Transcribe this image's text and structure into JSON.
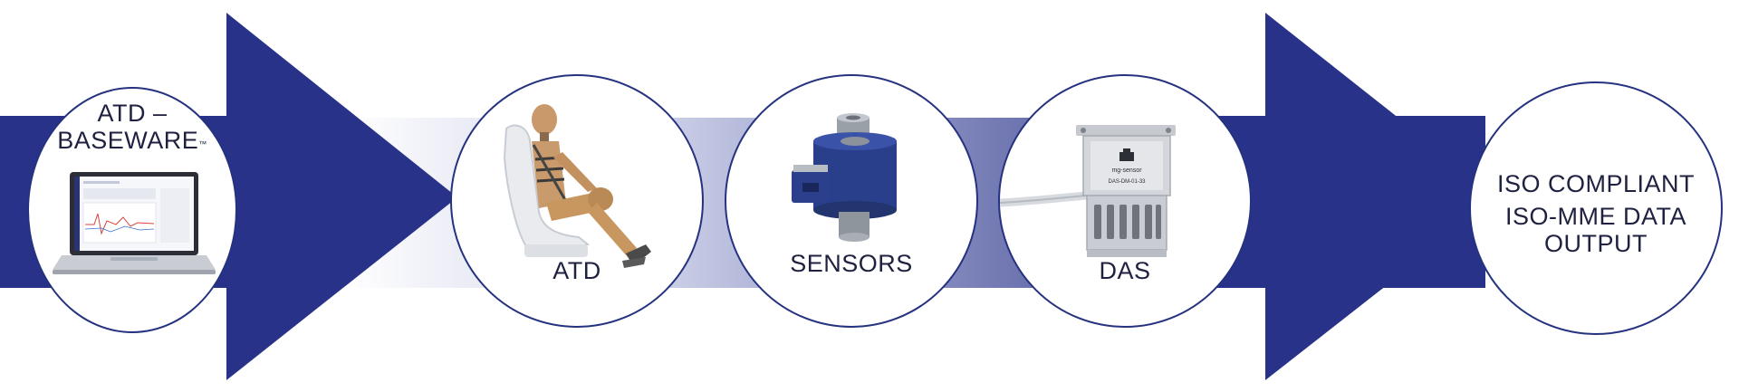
{
  "steps": [
    {
      "id": "baseware",
      "label_line1": "ATD –",
      "label_line2": "BASEWARE",
      "trademark": "™",
      "icon": "laptop-icon"
    },
    {
      "id": "atd",
      "label": "ATD",
      "icon": "crash-test-dummy-icon"
    },
    {
      "id": "sensors",
      "label": "SENSORS",
      "icon": "load-cell-sensor-icon"
    },
    {
      "id": "das",
      "label": "DAS",
      "icon": "data-acquisition-module-icon"
    },
    {
      "id": "output",
      "label_line1": "ISO COMPLIANT",
      "label_line2": "ISO-MME DATA",
      "label_line3": "OUTPUT"
    }
  ],
  "das_device_text": {
    "brand": "mg-sensor",
    "model": "DAS-DM-01-33"
  },
  "colors": {
    "arrow": "#283288",
    "arrow_light": "#c9cde6",
    "circle_border": "#25327f",
    "text": "#1f2140"
  }
}
